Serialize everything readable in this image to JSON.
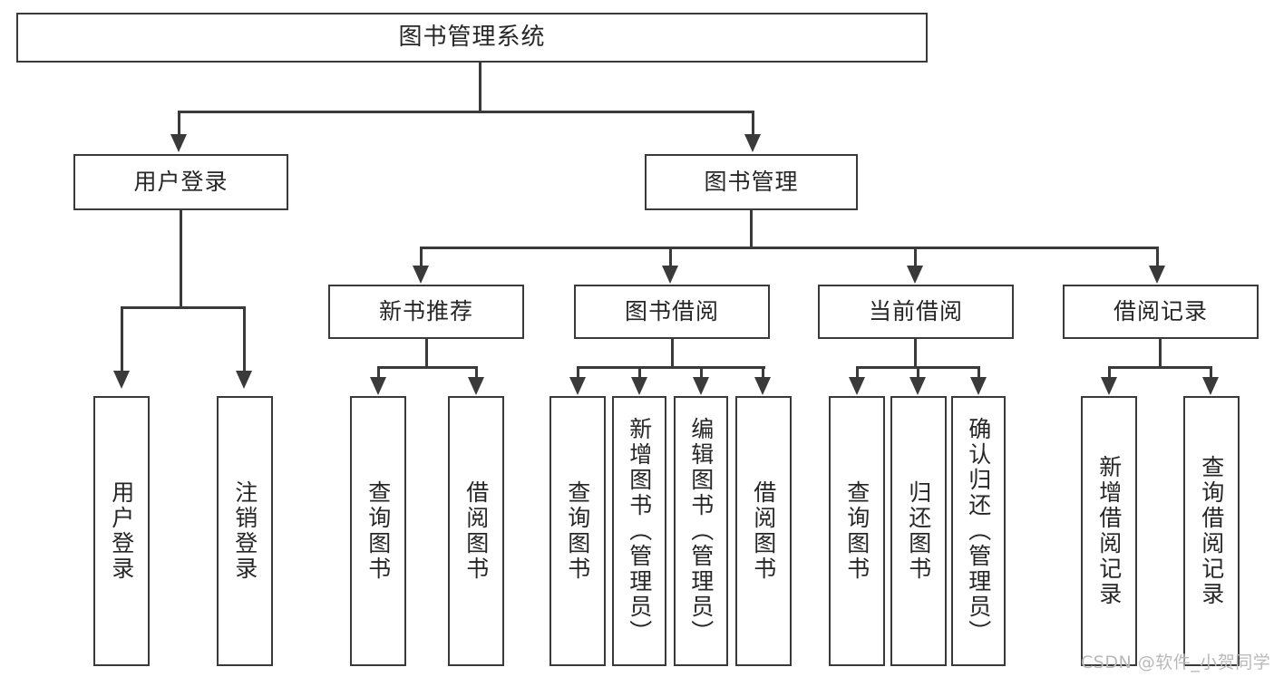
{
  "diagram": {
    "type": "tree-hierarchy-diagram",
    "title": "图书管理系统",
    "watermark": "CSDN @软件_小贺同学",
    "colors": {
      "stroke": "#3a3a3a",
      "fill": "#ffffff",
      "text": "#262626",
      "watermark": "#b9b9b9"
    },
    "levels": [
      {
        "level": 1,
        "nodes": [
          {
            "id": "root",
            "label": "图书管理系统",
            "orientation": "horizontal"
          }
        ]
      },
      {
        "level": 2,
        "nodes": [
          {
            "id": "user-login",
            "label": "用户登录",
            "orientation": "horizontal",
            "parent": "root"
          },
          {
            "id": "book-manage",
            "label": "图书管理",
            "orientation": "horizontal",
            "parent": "root"
          }
        ]
      },
      {
        "level": 3,
        "nodes": [
          {
            "id": "new-book-rec",
            "label": "新书推荐",
            "orientation": "horizontal",
            "parent": "book-manage"
          },
          {
            "id": "book-borrow",
            "label": "图书借阅",
            "orientation": "horizontal",
            "parent": "book-manage"
          },
          {
            "id": "current-borrow",
            "label": "当前借阅",
            "orientation": "horizontal",
            "parent": "book-manage"
          },
          {
            "id": "borrow-record",
            "label": "借阅记录",
            "orientation": "horizontal",
            "parent": "book-manage"
          }
        ]
      },
      {
        "level": 4,
        "nodes": [
          {
            "id": "leaf-user-login",
            "label": "用户登录",
            "orientation": "vertical",
            "parent": "user-login"
          },
          {
            "id": "leaf-user-logout",
            "label": "注销登录",
            "orientation": "vertical",
            "parent": "user-login"
          },
          {
            "id": "leaf-query-book-1",
            "label": "查询图书",
            "orientation": "vertical",
            "parent": "new-book-rec"
          },
          {
            "id": "leaf-borrow-book-1",
            "label": "借阅图书",
            "orientation": "vertical",
            "parent": "new-book-rec"
          },
          {
            "id": "leaf-query-book-2",
            "label": "查询图书",
            "orientation": "vertical",
            "parent": "book-borrow"
          },
          {
            "id": "leaf-add-book",
            "label": "新增图书（管理员）",
            "orientation": "vertical",
            "parent": "book-borrow"
          },
          {
            "id": "leaf-edit-book",
            "label": "编辑图书（管理员）",
            "orientation": "vertical",
            "parent": "book-borrow"
          },
          {
            "id": "leaf-borrow-book-2",
            "label": "借阅图书",
            "orientation": "vertical",
            "parent": "book-borrow"
          },
          {
            "id": "leaf-query-book-3",
            "label": "查询图书",
            "orientation": "vertical",
            "parent": "current-borrow"
          },
          {
            "id": "leaf-return-book",
            "label": "归还图书",
            "orientation": "vertical",
            "parent": "current-borrow"
          },
          {
            "id": "leaf-confirm-return",
            "label": "确认归还（管理员）",
            "orientation": "vertical",
            "parent": "current-borrow"
          },
          {
            "id": "leaf-add-record",
            "label": "新增借阅记录",
            "orientation": "vertical",
            "parent": "borrow-record"
          },
          {
            "id": "leaf-query-record",
            "label": "查询借阅记录",
            "orientation": "vertical",
            "parent": "borrow-record"
          }
        ]
      }
    ]
  }
}
